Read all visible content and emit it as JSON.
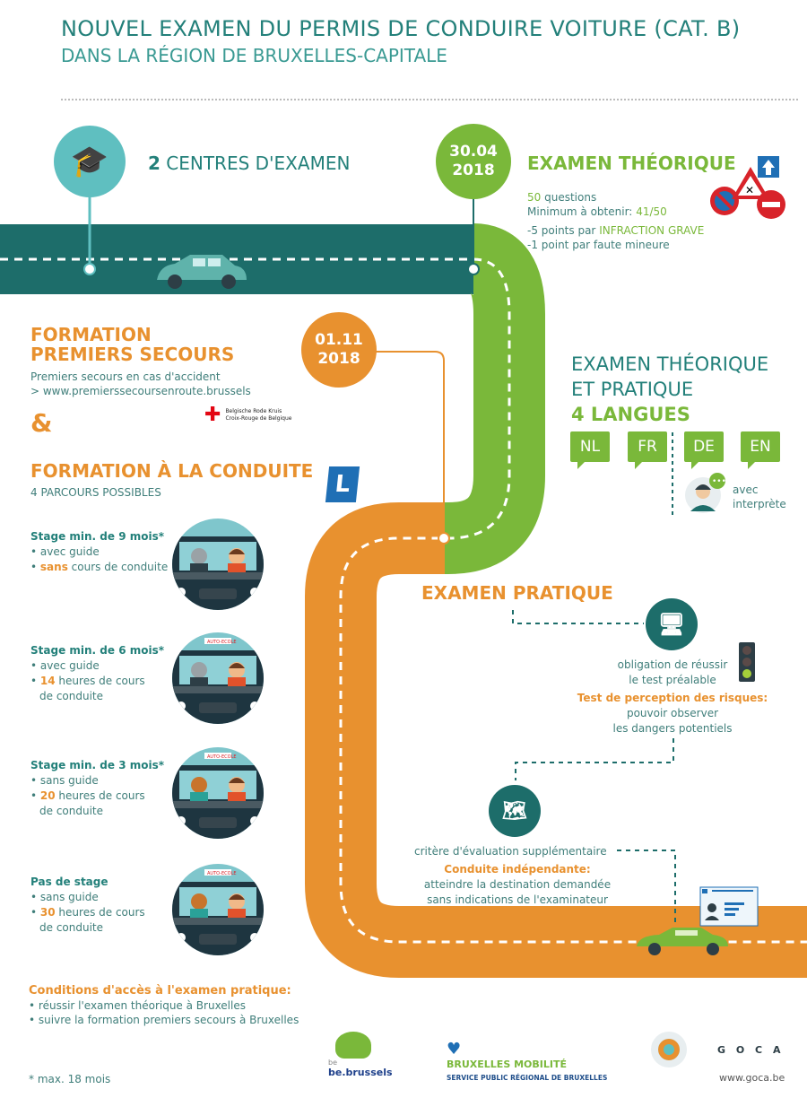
{
  "title": {
    "line1": "NOUVEL EXAMEN DU PERMIS DE CONDUIRE VOITURE (CAT. B)",
    "line2": "DANS LA RÉGION DE BRUXELLES-CAPITALE"
  },
  "centres": {
    "count": "2",
    "label": "CENTRES D'EXAMEN"
  },
  "theory": {
    "date_line1": "30.04",
    "date_line2": "2018",
    "heading": "EXAMEN THÉORIQUE",
    "questions_num": "50",
    "questions_label": "questions",
    "minimum_label": "Minimum à obtenir:",
    "minimum_value": "41/50",
    "grave_prefix": "-5 points par",
    "grave_value": "INFRACTION GRAVE",
    "minor": "-1 point par faute mineure"
  },
  "first_aid": {
    "date_line1": "01.11",
    "date_line2": "2018",
    "heading_line1": "FORMATION",
    "heading_line2": "PREMIERS SECOURS",
    "desc": "Premiers secours en cas d'accident",
    "link": "> www.premierssecoursenroute.brussels",
    "redcross_line1": "Belgische Rode Kruis",
    "redcross_line2": "Croix-Rouge de Belgique",
    "ampersand": "&"
  },
  "driving": {
    "heading": "FORMATION À LA CONDUITE",
    "sub": "4 PARCOURS POSSIBLES",
    "badge": "L",
    "tracks": [
      {
        "title_a": "Stage min. de ",
        "num": "9",
        "title_b": " mois*",
        "b1": "avec guide",
        "b2_hl": "sans",
        "b2": " cours de conduite",
        "b3": ""
      },
      {
        "title_a": "Stage min. de ",
        "num": "6",
        "title_b": " mois*",
        "b1": "avec guide",
        "b2_hl": "14",
        "b2": " heures de cours",
        "b3": "de conduite"
      },
      {
        "title_a": "Stage min. de ",
        "num": "3",
        "title_b": " mois*",
        "b1": "sans guide",
        "b2_hl": "20",
        "b2": " heures de cours",
        "b3": "de conduite"
      },
      {
        "title_a": "Pas de stage",
        "num": "",
        "title_b": "",
        "b1": "sans guide",
        "b2_hl": "30",
        "b2": " heures de cours",
        "b3": "de conduite"
      }
    ],
    "car_sign": "AUTO-ECOLE"
  },
  "languages": {
    "heading_line1": "EXAMEN THÉORIQUE",
    "heading_line2": "ET PRATIQUE",
    "heading_line3": "4 LANGUES",
    "items": [
      "NL",
      "FR",
      "DE",
      "EN"
    ],
    "interpreter_line1": "avec",
    "interpreter_line2": "interprète"
  },
  "practical": {
    "heading": "EXAMEN PRATIQUE",
    "pre1": "obligation de réussir",
    "pre2": "le test préalable",
    "risk_title": "Test de perception des risques:",
    "risk1": "pouvoir observer",
    "risk2": "les dangers potentiels",
    "extra": "critère d'évaluation supplémentaire",
    "indep_title": "Conduite indépendante:",
    "indep1": "atteindre la destination demandée",
    "indep2": "sans indications de l'examinateur"
  },
  "conditions": {
    "title": "Conditions d'accès à l'examen pratique:",
    "items": [
      "réussir l'examen théorique à Bruxelles",
      "suivre la formation premiers secours à Bruxelles"
    ]
  },
  "footnote": "* max. 18 mois",
  "logos": {
    "bebrussels_small": "be",
    "bebrussels": "be.brussels",
    "mobilite": "BRUXELLES MOBILITÉ",
    "mobilite_sub": "SERVICE PUBLIC RÉGIONAL DE BRUXELLES",
    "goca": "G O C A",
    "goca_url": "www.goca.be"
  },
  "colors": {
    "teal": "#1d6d6a",
    "green": "#7ab83a",
    "orange": "#e8912f",
    "light_teal": "#5fbfc0"
  }
}
